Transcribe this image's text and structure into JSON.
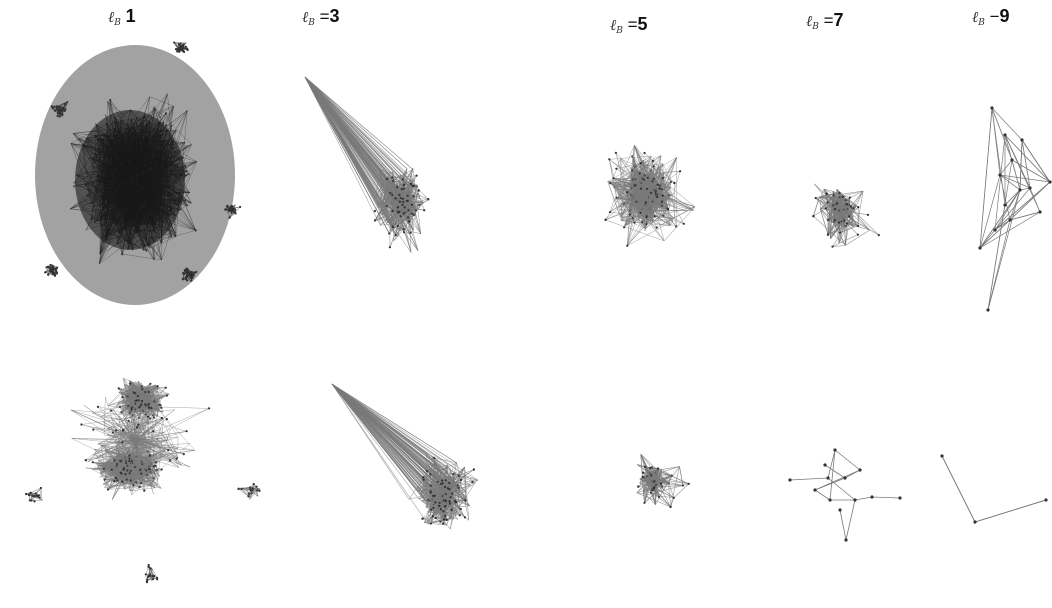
{
  "columns": [
    {
      "symbol": "ℓ",
      "subscript": "B",
      "relation": "",
      "value": "1"
    },
    {
      "symbol": "ℓ",
      "subscript": "B",
      "relation": "=",
      "value": "3"
    },
    {
      "symbol": "ℓ",
      "subscript": "B",
      "relation": "=",
      "value": "5"
    },
    {
      "symbol": "ℓ",
      "subscript": "B",
      "relation": "=",
      "value": "7"
    },
    {
      "symbol": "ℓ",
      "subscript": "B",
      "relation": "−",
      "value": "9"
    }
  ],
  "colors": {
    "edge": "#7a7a7a",
    "dense": "#222222",
    "node": "#333333"
  }
}
